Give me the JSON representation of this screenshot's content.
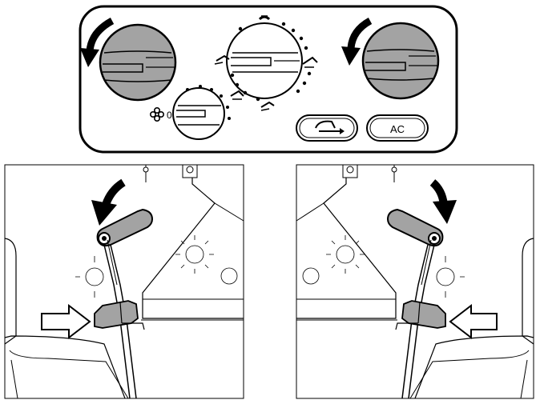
{
  "control_panel": {
    "fan_zero_label": "0",
    "ac_button_label": "AC",
    "recirc_icon": "recirculation-icon",
    "fan_icon": "fan-icon",
    "defrost_icon": "windshield-defrost-icon"
  },
  "colors": {
    "knob_fill": "#a3a3a3",
    "line": "#000000",
    "background": "#ffffff"
  },
  "illustrations": [
    {
      "side": "left",
      "arrow_down": "down-arrow-icon",
      "arrow_push": "push-right-arrow-icon"
    },
    {
      "side": "right",
      "arrow_down": "down-arrow-icon",
      "arrow_push": "push-left-arrow-icon"
    }
  ]
}
